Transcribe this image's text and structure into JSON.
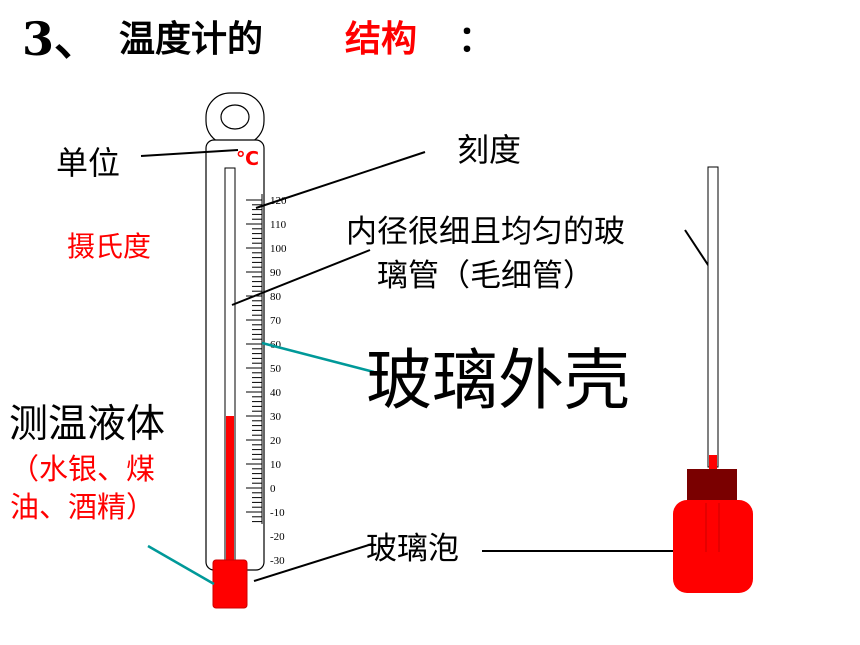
{
  "title": {
    "number": "3、",
    "part1": "温度计的",
    "part2": "结构",
    "colon": "："
  },
  "labels": {
    "unit": "单位",
    "unit_symbol": "℃",
    "celsius": "摄氏度",
    "scale": "刻度",
    "capillary_line1": "内径很细且均匀的玻",
    "capillary_line2": "璃管（毛细管）",
    "shell": "玻璃外壳",
    "liquid": "测温液体",
    "liquid_types_line1": "（水银、煤",
    "liquid_types_line2": "油、酒精）",
    "bulb": "玻璃泡"
  },
  "colors": {
    "accent": "#ff0000",
    "teal": "#009999",
    "dark_red": "#7a0000",
    "tube_fill": "#ffffff",
    "outline": "#000000"
  },
  "chart_data": {
    "type": "diagram",
    "scale_unit": "℃",
    "tick_labels": [
      "120",
      "110",
      "100",
      "90",
      "80",
      "70",
      "60",
      "50",
      "40",
      "30",
      "20",
      "10",
      "0",
      "-10",
      "-20",
      "-30"
    ],
    "scale_min": -30,
    "scale_max": 120,
    "liquid_level": 30
  }
}
